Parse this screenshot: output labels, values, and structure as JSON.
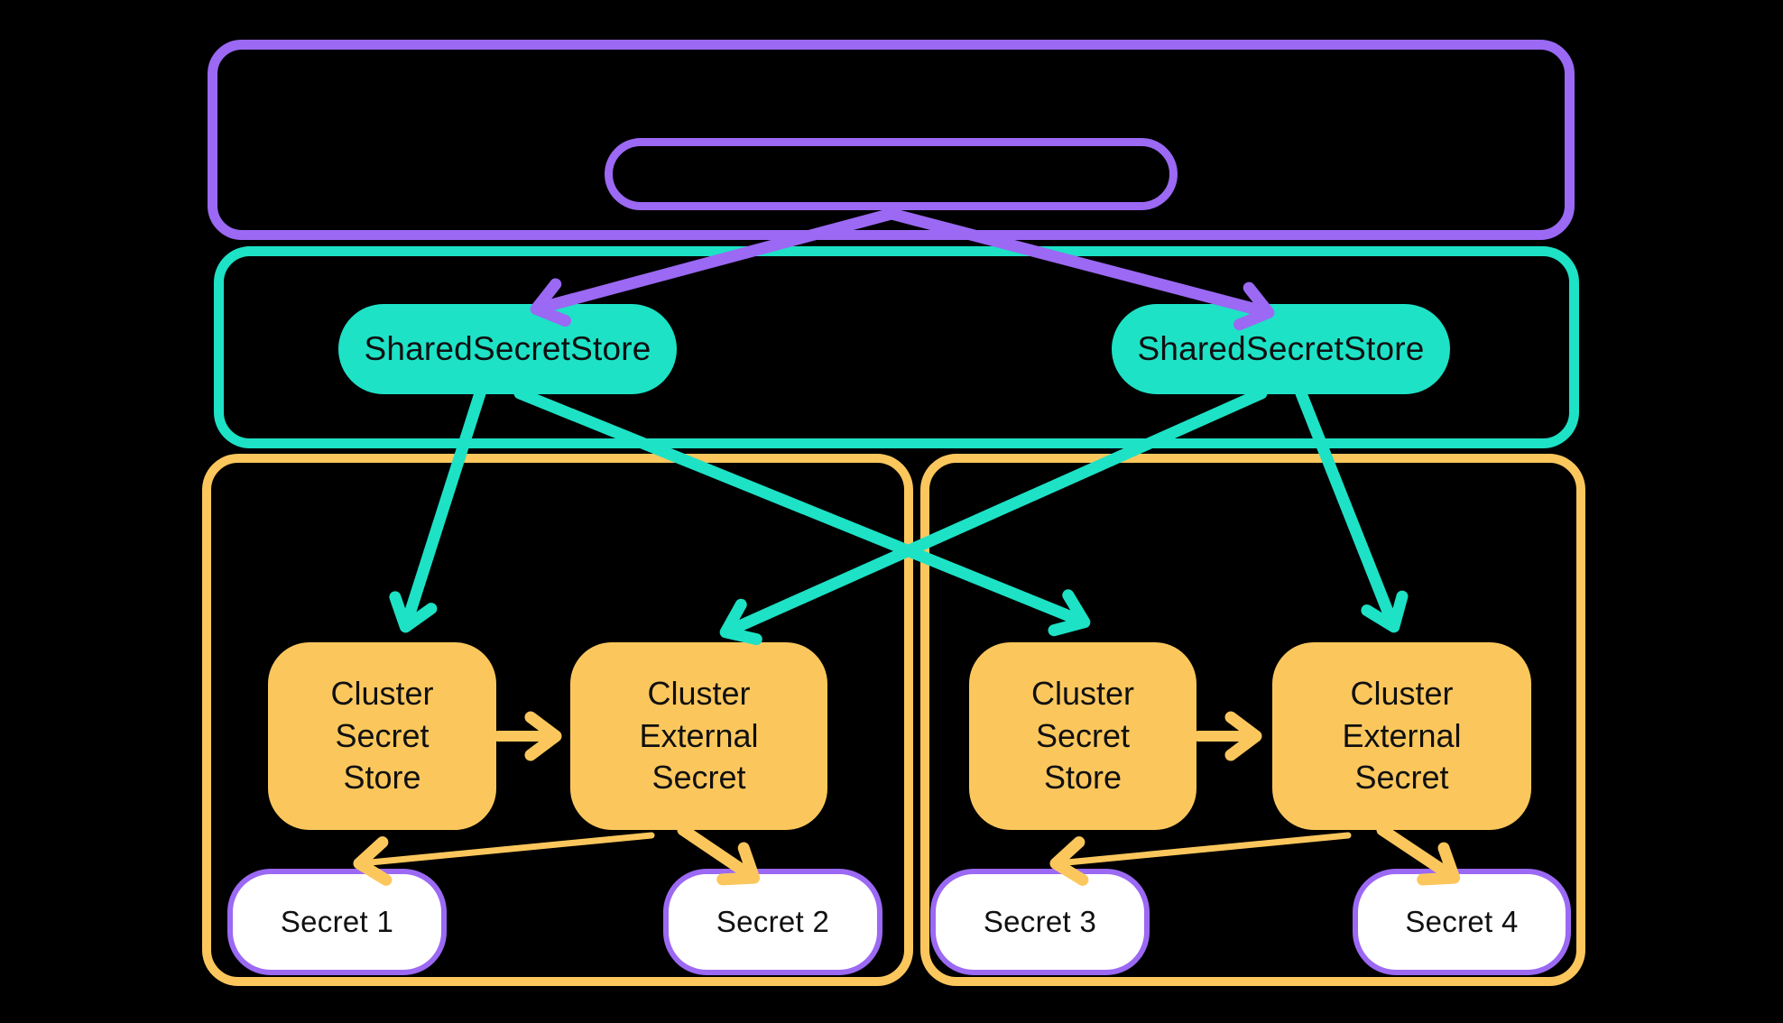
{
  "diagram": {
    "shared_secret_stores": [
      {
        "label": "SharedSecretStore"
      },
      {
        "label": "SharedSecretStore"
      }
    ],
    "clusters": [
      {
        "nodes": [
          {
            "label": "Cluster\nSecret\nStore"
          },
          {
            "label": "Cluster\nExternal\nSecret"
          }
        ],
        "secrets": [
          {
            "label": "Secret 1"
          },
          {
            "label": "Secret 2"
          }
        ]
      },
      {
        "nodes": [
          {
            "label": "Cluster\nSecret\nStore"
          },
          {
            "label": "Cluster\nExternal\nSecret"
          }
        ],
        "secrets": [
          {
            "label": "Secret 3"
          },
          {
            "label": "Secret 4"
          }
        ]
      }
    ],
    "colors": {
      "purple": "#9B69F3",
      "teal": "#1DE2C6",
      "yellow": "#FBC75D",
      "node_text": "#101010",
      "secret_fill": "#FFFFFF",
      "background": "#000000"
    }
  }
}
